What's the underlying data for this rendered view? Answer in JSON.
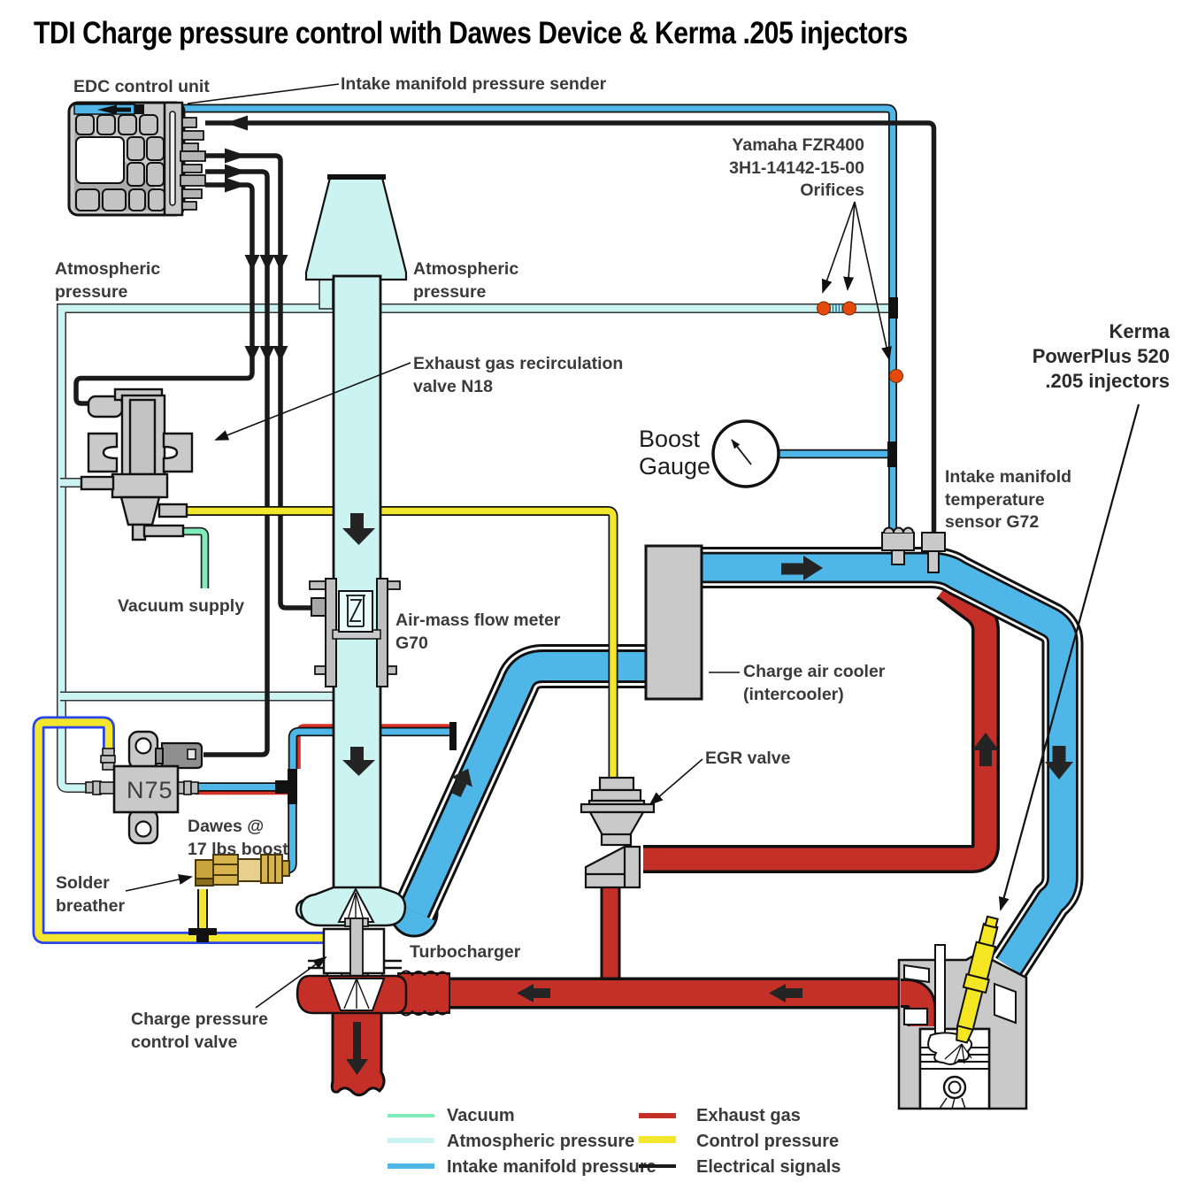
{
  "title": "TDI Charge pressure control with Dawes Device & Kerma .205 injectors",
  "labels": {
    "edc": "EDC control unit",
    "sender": "Intake manifold pressure sender",
    "atm_left": "Atmospheric\npressure",
    "atm_right": "Atmospheric\npressure",
    "n18": "Exhaust gas recirculation\nvalve N18",
    "vacuum_supply": "Vacuum supply",
    "orifices": "Yamaha FZR400\n3H1-14142-15-00\nOrifices",
    "boost_gauge": "Boost\nGauge",
    "kerma": "Kerma\nPowerPlus 520\n.205 injectors",
    "g72": "Intake manifold\ntemperature\nsensor G72",
    "g70": "Air-mass flow meter\nG70",
    "intercooler": "Charge air cooler\n(intercooler)",
    "egr": "EGR valve",
    "n75": "N75",
    "dawes": "Dawes @\n17 lbs boost",
    "solder": "Solder\nbreather",
    "turbo": "Turbocharger",
    "cpcv": "Charge pressure\ncontrol valve"
  },
  "legend": {
    "items": [
      {
        "label": "Vacuum",
        "color": "#7FECB9"
      },
      {
        "label": "Atmospheric pressure",
        "color": "#CBF3F1"
      },
      {
        "label": "Intake manifold pressure",
        "color": "#4FB6E8"
      },
      {
        "label": "Exhaust gas",
        "color": "#C43028"
      },
      {
        "label": "Control pressure",
        "color": "#F2E72C"
      },
      {
        "label": "Electrical signals",
        "color": "#1A1A1A"
      }
    ]
  },
  "colors": {
    "vacuum": "#7FECB9",
    "atmospheric": "#CBF3F1",
    "intake_manifold": "#4FB6E8",
    "exhaust": "#C43028",
    "control": "#F2E72C",
    "electrical": "#1A1A1A",
    "component_gray": "#C9C9C9",
    "orifice_dot": "#E34A0C"
  }
}
